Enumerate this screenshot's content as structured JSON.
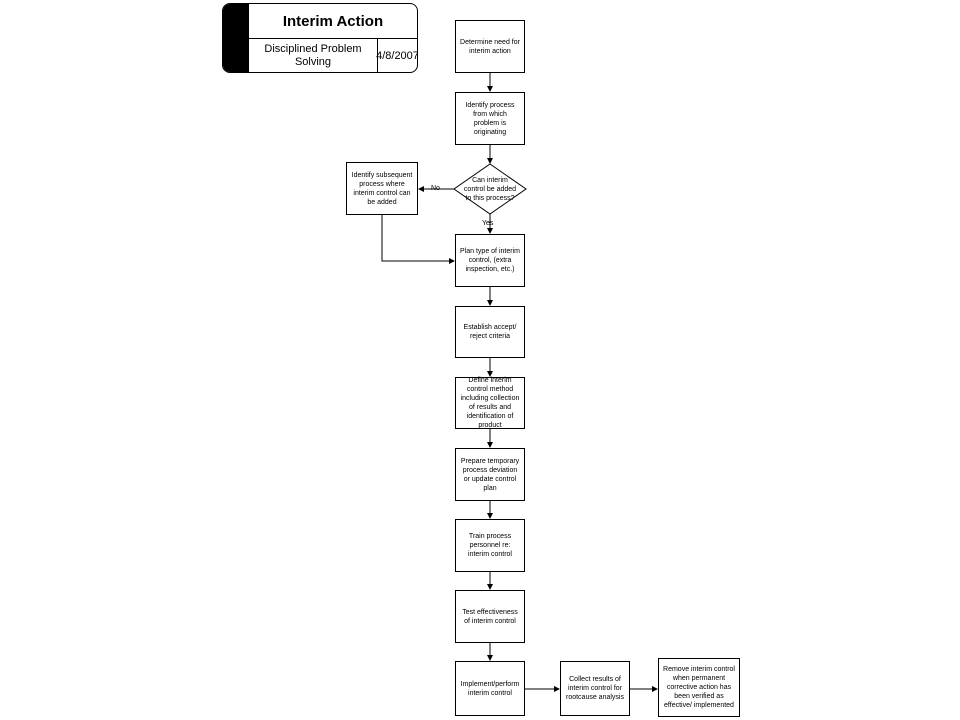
{
  "title_block": {
    "title": "Interim Action",
    "subtitle": "Disciplined Problem Solving",
    "date": "4/8/2007"
  },
  "nodes": {
    "n1": "Determine need for interim action",
    "n2": "Identify process from which problem is originating",
    "n3": "Can interim control be added to this process?",
    "n4": "Identify subsequent process where interim control can be added",
    "n5": "Plan type of interim control, (extra inspection, etc.)",
    "n6": "Establish accept/ reject criteria",
    "n7": "Define interim control method including collection of results and identification of product",
    "n8": "Prepare temporary process deviation or update control plan",
    "n9": "Train process personnel re: interim control",
    "n10": "Test effectiveness of interim control",
    "n11": "Implement/perform interim control",
    "n12": "Collect results of interim control for rootcause analysis",
    "n13": "Remove interim control when permanent corrective action has been verified as effective/ implemented"
  },
  "edge_labels": {
    "no": "No",
    "yes": "Yes"
  }
}
